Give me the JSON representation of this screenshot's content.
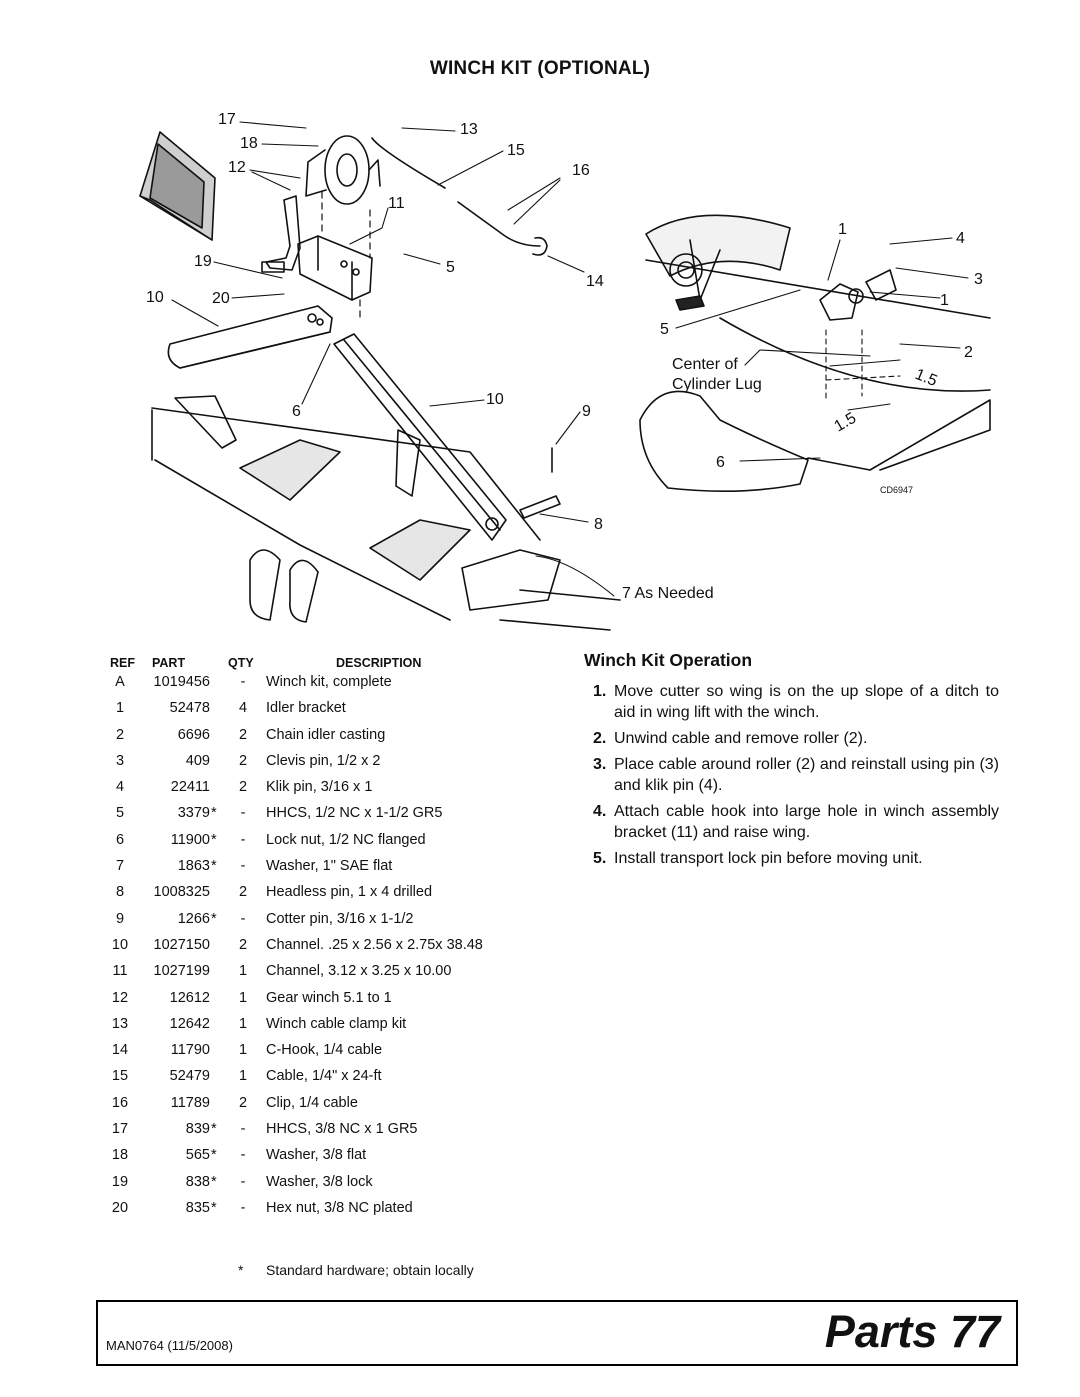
{
  "title": "WINCH KIT (OPTIONAL)",
  "figure": {
    "callouts_main": [
      "17",
      "13",
      "18",
      "15",
      "12",
      "16",
      "11",
      "19",
      "5",
      "14",
      "10",
      "20",
      "6",
      "10",
      "9",
      "8",
      "7 As Needed"
    ],
    "callouts_detail": [
      "1",
      "4",
      "3",
      "1",
      "5",
      "2",
      "6",
      "1.5",
      "1.5"
    ],
    "center_label_line1": "Center of",
    "center_label_line2": "Cylinder Lug",
    "figure_code": "CD6947"
  },
  "table": {
    "headers": {
      "ref": "REF",
      "part": "PART",
      "qty": "QTY",
      "description": "DESCRIPTION"
    },
    "rows": [
      {
        "ref": "A",
        "part": "1019456",
        "star": "",
        "qty": "-",
        "description": "Winch kit, complete"
      },
      {
        "ref": "1",
        "part": "52478",
        "star": "",
        "qty": "4",
        "description": "Idler bracket"
      },
      {
        "ref": "2",
        "part": "6696",
        "star": "",
        "qty": "2",
        "description": "Chain idler casting"
      },
      {
        "ref": "3",
        "part": "409",
        "star": "",
        "qty": "2",
        "description": "Clevis pin, 1/2 x 2"
      },
      {
        "ref": "4",
        "part": "22411",
        "star": "",
        "qty": "2",
        "description": "Klik pin, 3/16 x 1"
      },
      {
        "ref": "5",
        "part": "3379",
        "star": "*",
        "qty": "-",
        "description": "HHCS, 1/2 NC x 1-1/2 GR5"
      },
      {
        "ref": "6",
        "part": "11900",
        "star": "*",
        "qty": "-",
        "description": "Lock nut, 1/2 NC flanged"
      },
      {
        "ref": "7",
        "part": "1863",
        "star": "*",
        "qty": "-",
        "description": "Washer, 1\" SAE flat"
      },
      {
        "ref": "8",
        "part": "1008325",
        "star": "",
        "qty": "2",
        "description": "Headless pin, 1 x 4 drilled"
      },
      {
        "ref": "9",
        "part": "1266",
        "star": "*",
        "qty": "-",
        "description": "Cotter pin, 3/16 x 1-1/2"
      },
      {
        "ref": "10",
        "part": "1027150",
        "star": "",
        "qty": "2",
        "description": "Channel. .25 x 2.56 x 2.75x 38.48"
      },
      {
        "ref": "11",
        "part": "1027199",
        "star": "",
        "qty": "1",
        "description": "Channel, 3.12 x 3.25 x 10.00"
      },
      {
        "ref": "12",
        "part": "12612",
        "star": "",
        "qty": "1",
        "description": "Gear winch 5.1 to 1"
      },
      {
        "ref": "13",
        "part": "12642",
        "star": "",
        "qty": "1",
        "description": "Winch cable clamp kit"
      },
      {
        "ref": "14",
        "part": "11790",
        "star": "",
        "qty": "1",
        "description": "C-Hook, 1/4 cable"
      },
      {
        "ref": "15",
        "part": "52479",
        "star": "",
        "qty": "1",
        "description": "Cable, 1/4\" x 24-ft"
      },
      {
        "ref": "16",
        "part": "11789",
        "star": "",
        "qty": "2",
        "description": "Clip, 1/4 cable"
      },
      {
        "ref": "17",
        "part": "839",
        "star": "*",
        "qty": "-",
        "description": "HHCS, 3/8 NC x 1 GR5"
      },
      {
        "ref": "18",
        "part": "565",
        "star": "*",
        "qty": "-",
        "description": "Washer, 3/8 flat"
      },
      {
        "ref": "19",
        "part": "838",
        "star": "*",
        "qty": "-",
        "description": "Washer, 3/8 lock"
      },
      {
        "ref": "20",
        "part": "835",
        "star": "*",
        "qty": "-",
        "description": "Hex nut, 3/8 NC plated"
      }
    ],
    "note_star": "*",
    "note_text": "Standard hardware; obtain locally"
  },
  "operation": {
    "title": "Winch Kit Operation",
    "steps": [
      {
        "num": "1.",
        "text": "Move cutter so wing is on the up slope of a ditch to aid in wing lift with the winch."
      },
      {
        "num": "2.",
        "text": "Unwind cable and remove roller (2)."
      },
      {
        "num": "3.",
        "text": "Place cable around roller (2) and reinstall using pin (3) and klik pin (4)."
      },
      {
        "num": "4.",
        "text": "Attach cable hook into large hole in winch assembly bracket (11) and raise wing."
      },
      {
        "num": "5.",
        "text": "Install transport lock pin before moving unit."
      }
    ]
  },
  "footer": {
    "manual": "MAN0764 (11/5/2008)",
    "page_label": "Parts 77"
  }
}
